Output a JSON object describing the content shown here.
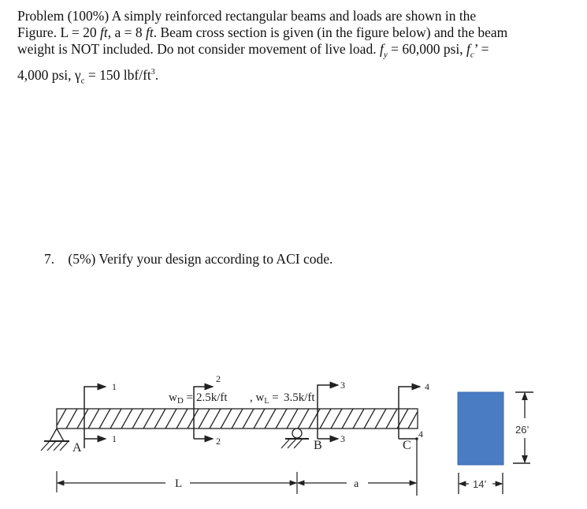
{
  "problem": {
    "lines": [
      "Problem (100%) A simply reinforced rectangular beams and loads are shown in the",
      "Figure. L = 20 ft, a = 8 ft. Beam cross section is given (in the figure below) and the beam",
      "weight is NOT included. Do not consider movement of live load. fy = 60,000 psi, fc’ =",
      "4,000 psi, γc = 150 lbf/ft³."
    ]
  },
  "question": {
    "number": "7.",
    "text": "(5%) Verify your design according to ACI code."
  },
  "figure": {
    "load_label": "wD = 2.5k/ft,  wL = 3.5k/ft",
    "wD": "2.5k/ft",
    "wL": "3.5k/ft",
    "supports": {
      "A": "A",
      "B": "B",
      "C": "C"
    },
    "sections": [
      "1",
      "2",
      "3",
      "4"
    ],
    "dims": {
      "L": "L",
      "a": "a"
    },
    "cross_section": {
      "width": "14’",
      "height": "26’",
      "fill": "#4a7cc4"
    }
  }
}
